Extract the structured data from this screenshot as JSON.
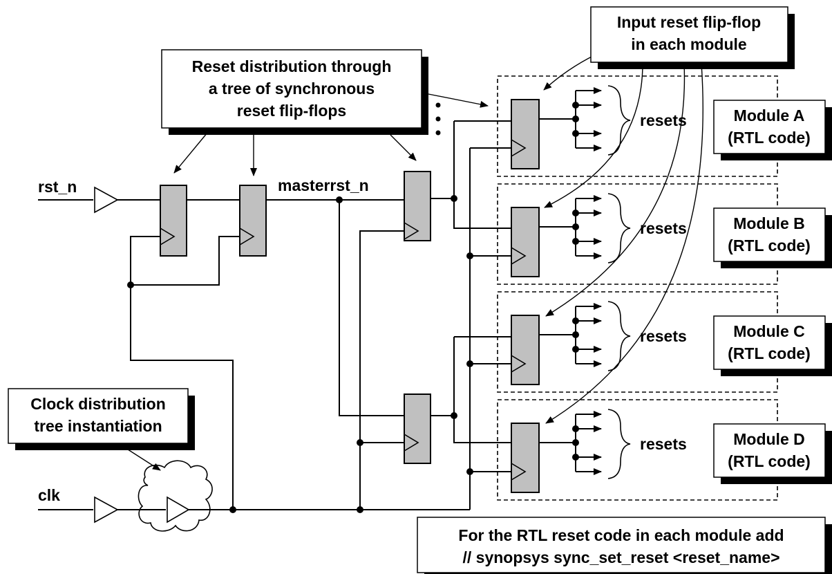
{
  "callouts": {
    "reset_tree": [
      "Reset distribution through",
      "a tree of synchronous",
      "reset flip-flops"
    ],
    "input_ff": [
      "Input reset flip-flop",
      "in each module"
    ],
    "clock_tree": [
      "Clock distribution",
      "tree instantiation"
    ],
    "synopsys": [
      "For the RTL reset code in each module add",
      "// synopsys sync_set_reset <reset_name>"
    ]
  },
  "signals": {
    "rst": "rst_n",
    "clk": "clk",
    "master": "masterrst_n"
  },
  "modules": [
    {
      "name": "Module A",
      "sub": "(RTL code)",
      "resets": "resets"
    },
    {
      "name": "Module B",
      "sub": "(RTL code)",
      "resets": "resets"
    },
    {
      "name": "Module C",
      "sub": "(RTL code)",
      "resets": "resets"
    },
    {
      "name": "Module D",
      "sub": "(RTL code)",
      "resets": "resets"
    }
  ]
}
